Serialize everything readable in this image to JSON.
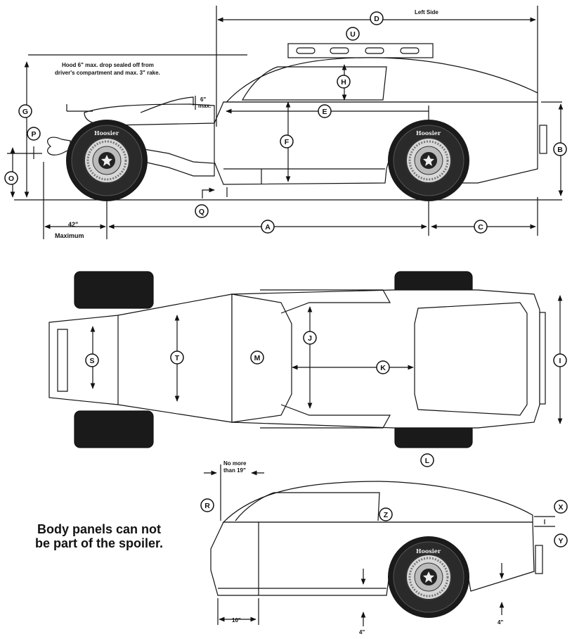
{
  "labels": {
    "A": "A",
    "B": "B",
    "C": "C",
    "D": "D",
    "E": "E",
    "F": "F",
    "G": "G",
    "H": "H",
    "I": "I",
    "J": "J",
    "K": "K",
    "L": "L",
    "M": "M",
    "O": "O",
    "P": "P",
    "Q": "Q",
    "R": "R",
    "S": "S",
    "T": "T",
    "U": "U",
    "X": "X",
    "Y": "Y",
    "Z": "Z"
  },
  "side_view": {
    "left_side": "Left Side",
    "hood_note_line1": "Hood 6\" max. drop sealed off from",
    "hood_note_line2": "driver's compartment and max. 3\" rake.",
    "six_inch": "6\"",
    "max": "max.",
    "front_overhang": "42\"",
    "maximum": "Maximum",
    "tire_brand": "Hoosier"
  },
  "rear_view": {
    "no_more_line1": "No more",
    "no_more_line2": "than 19\"",
    "ten_inch": "10\"",
    "four_inch_left": "4\"",
    "four_inch_right": "4\""
  },
  "body_note": {
    "line1": "Body panels can not",
    "line2": "be part of the spoiler."
  }
}
